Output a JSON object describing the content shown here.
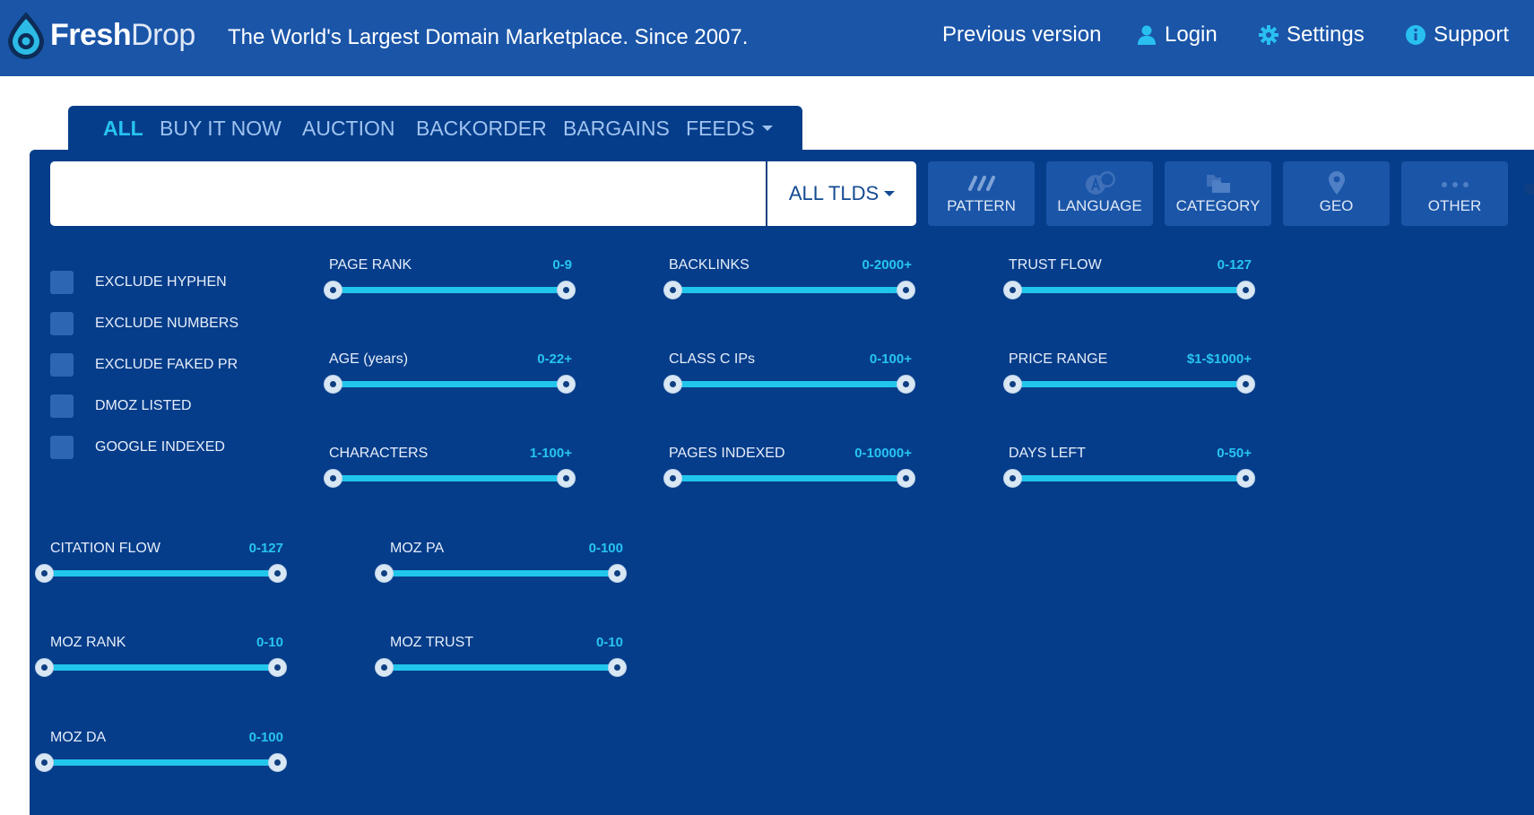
{
  "header": {
    "logo": {
      "part1": "Fresh",
      "part2": "Drop"
    },
    "tagline": "The World's Largest Domain Marketplace. Since 2007.",
    "links": {
      "previous_version": "Previous version",
      "login": "Login",
      "settings": "Settings",
      "support": "Support"
    }
  },
  "tabs": {
    "all": "ALL",
    "buy_it_now": "BUY IT NOW",
    "auction": "AUCTION",
    "backorder": "BACKORDER",
    "bargains": "BARGAINS",
    "feeds": "FEEDS"
  },
  "search": {
    "value": "",
    "placeholder": "",
    "tld_label": "ALL TLDS"
  },
  "filter_buttons": {
    "pattern": "PATTERN",
    "language": "LANGUAGE",
    "category": "CATEGORY",
    "geo": "GEO",
    "other": "OTHER"
  },
  "checkboxes": {
    "exclude_hyphen": "EXCLUDE HYPHEN",
    "exclude_numbers": "EXCLUDE NUMBERS",
    "exclude_faked_pr": "EXCLUDE FAKED PR",
    "dmoz_listed": "DMOZ LISTED",
    "google_indexed": "GOOGLE INDEXED"
  },
  "sliders": {
    "page_rank": {
      "label": "PAGE RANK",
      "range": "0-9"
    },
    "backlinks": {
      "label": "BACKLINKS",
      "range": "0-2000+"
    },
    "trust_flow": {
      "label": "TRUST FLOW",
      "range": "0-127"
    },
    "age": {
      "label": "AGE (years)",
      "range": "0-22+"
    },
    "class_c_ips": {
      "label": "CLASS C IPs",
      "range": "0-100+"
    },
    "price_range": {
      "label": "PRICE RANGE",
      "range": "$1-$1000+"
    },
    "characters": {
      "label": "CHARACTERS",
      "range": "1-100+"
    },
    "pages_indexed": {
      "label": "PAGES INDEXED",
      "range": "0-10000+"
    },
    "days_left": {
      "label": "DAYS LEFT",
      "range": "0-50+"
    },
    "citation_flow": {
      "label": "CITATION FLOW",
      "range": "0-127"
    },
    "moz_pa": {
      "label": "MOZ PA",
      "range": "0-100"
    },
    "moz_rank": {
      "label": "MOZ RANK",
      "range": "0-10"
    },
    "moz_trust": {
      "label": "MOZ TRUST",
      "range": "0-10"
    },
    "moz_da": {
      "label": "MOZ DA",
      "range": "0-100"
    }
  },
  "colors": {
    "header_bg": "#1a55a8",
    "panel_bg": "#063d8a",
    "accent": "#27c4f3",
    "track": "#20c6ec"
  }
}
